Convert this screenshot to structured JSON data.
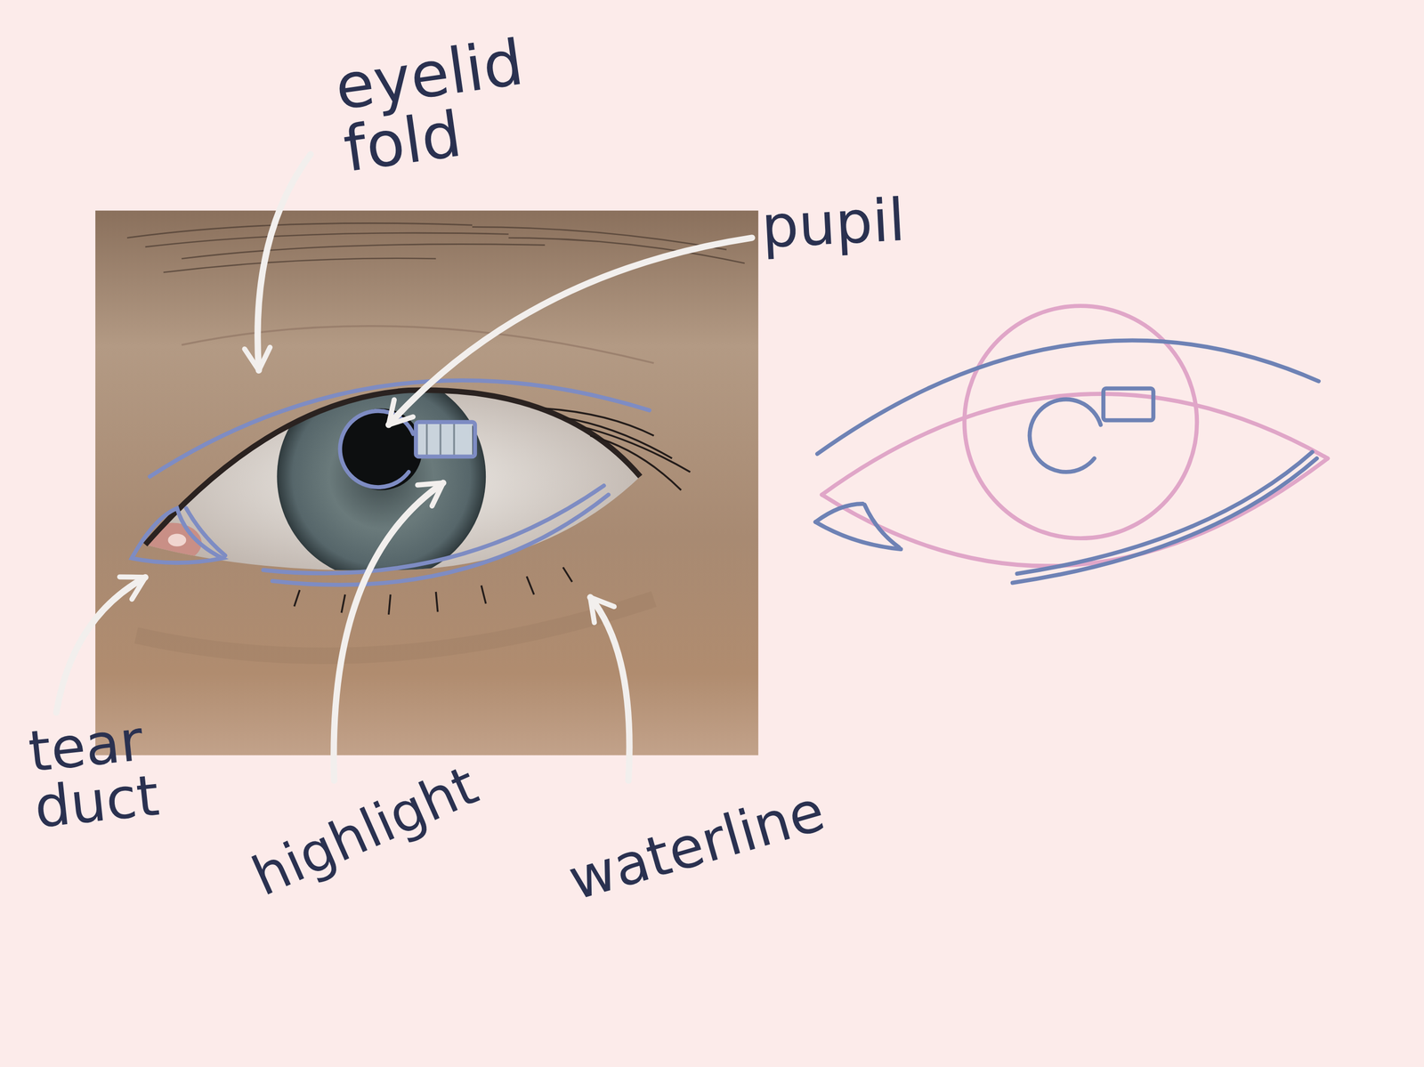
{
  "diagram": {
    "labels": [
      "eyelid fold",
      "pupil",
      "tear duct",
      "highlight",
      "waterline"
    ]
  }
}
